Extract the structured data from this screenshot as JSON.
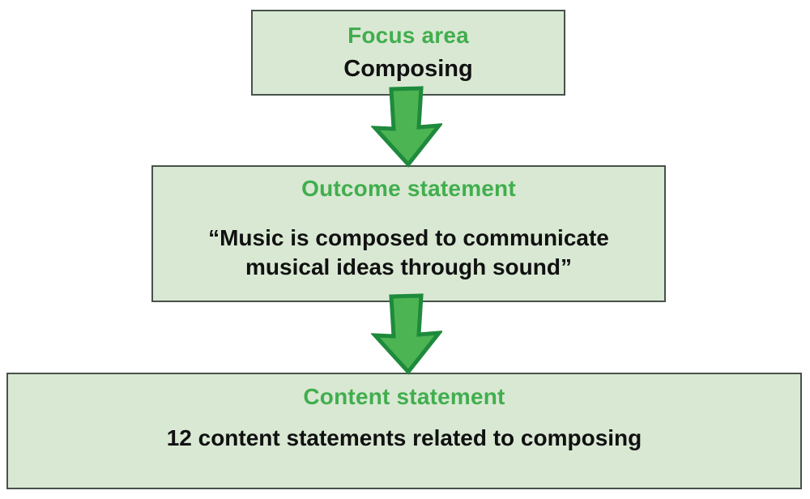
{
  "diagram": {
    "boxes": {
      "focus": {
        "title": "Focus area",
        "body": "Composing"
      },
      "outcome": {
        "title": "Outcome statement",
        "body_line1": "“Music is composed to communicate",
        "body_line2": "musical ideas through sound”"
      },
      "content": {
        "title": "Content statement",
        "body": "12 content statements related to composing"
      }
    },
    "icons": {
      "arrow_down_1": "down-block-arrow",
      "arrow_down_2": "down-block-arrow"
    },
    "colors": {
      "background": "#ffffff",
      "box_fill": "#d9e8d3",
      "box_border": "#47524b",
      "heading_green": "#41ae4e",
      "body_text": "#111111",
      "arrow_fill": "#4cb452",
      "arrow_border": "#1e8a3c"
    }
  }
}
